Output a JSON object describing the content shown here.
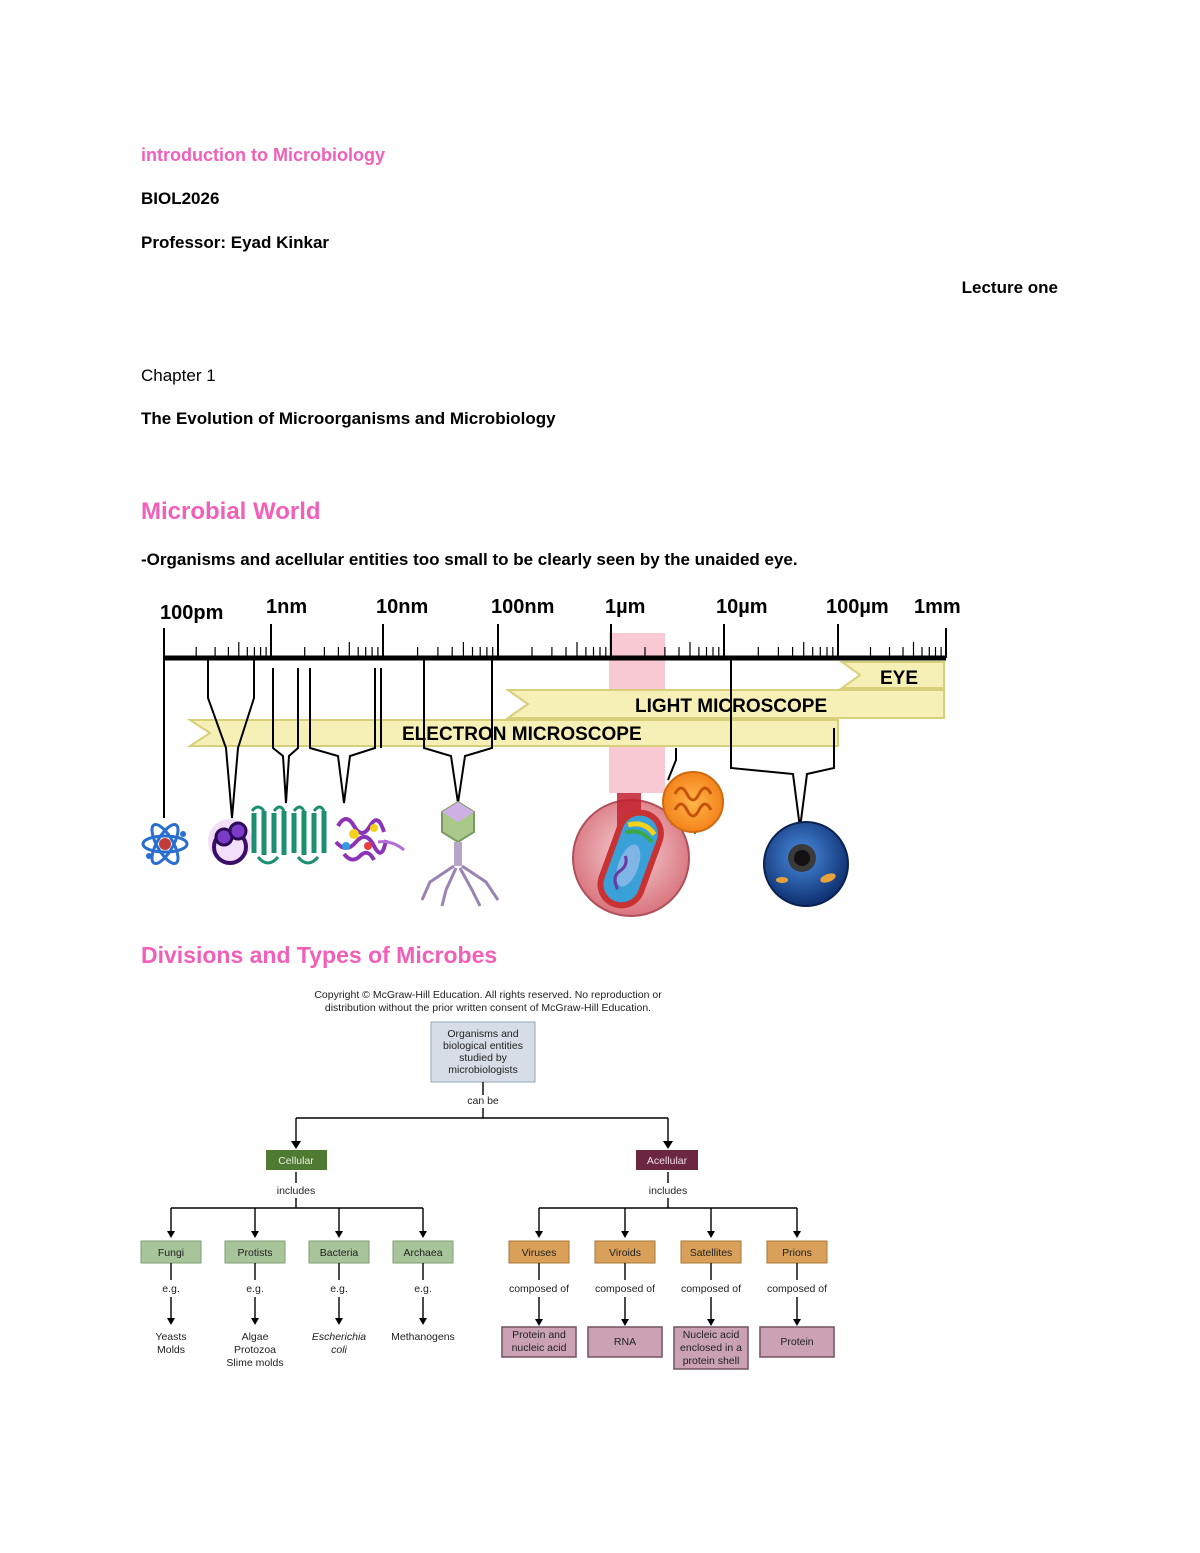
{
  "header": {
    "course_title": "introduction to Microbiology",
    "course_code": "BIOL2026",
    "professor": "Professor: Eyad Kinkar",
    "lecture": "Lecture one"
  },
  "chapter": {
    "number": "Chapter 1",
    "title": "The Evolution of Microorganisms and Microbiology"
  },
  "section_world": {
    "heading": "Microbial World",
    "definition": "-Organisms and acellular entities too small to be clearly seen by the unaided eye."
  },
  "scale": {
    "ticks": [
      "100pm",
      "1nm",
      "10nm",
      "100nm",
      "1µm",
      "10µm",
      "100µm",
      "1mm"
    ],
    "ranges": {
      "eye": "EYE",
      "light": "LIGHT MICROSCOPE",
      "electron": "ELECTRON MICROSCOPE"
    },
    "colors": {
      "arrow": "#f7f0b6",
      "arrow_edge": "#d8cf7a"
    }
  },
  "section_divisions": {
    "heading": "Divisions and Types of Microbes"
  },
  "tree": {
    "copyright": [
      "Copyright © McGraw-Hill Education.  All rights reserved.  No reproduction or",
      "distribution without the prior written consent of McGraw-Hill Education."
    ],
    "root": [
      "Organisms and",
      "biological entities",
      "studied by",
      "microbiologists"
    ],
    "root_link": "can be",
    "cellular": "Cellular",
    "acellular": "Acellular",
    "includes": "includes",
    "cellular_children": [
      {
        "name": "Fungi",
        "link": "e.g.",
        "examples": [
          "Yeasts",
          "Molds"
        ]
      },
      {
        "name": "Protists",
        "link": "e.g.",
        "examples": [
          "Algae",
          "Protozoa",
          "Slime molds"
        ]
      },
      {
        "name": "Bacteria",
        "link": "e.g.",
        "examples": [
          "Escherichia",
          "coli"
        ]
      },
      {
        "name": "Archaea",
        "link": "e.g.",
        "examples": [
          "Methanogens"
        ]
      }
    ],
    "acellular_children": [
      {
        "name": "Viruses",
        "link": "composed of",
        "composition": [
          "Protein and",
          "nucleic acid"
        ]
      },
      {
        "name": "Viroids",
        "link": "composed of",
        "composition": [
          "RNA"
        ]
      },
      {
        "name": "Satellites",
        "link": "composed of",
        "composition": [
          "Nucleic acid",
          "enclosed in a",
          "protein shell"
        ]
      },
      {
        "name": "Prions",
        "link": "composed of",
        "composition": [
          "Protein"
        ]
      }
    ],
    "colors": {
      "cellular": "#4e7a32",
      "acellular": "#6b2740",
      "cell_child": "#a8c49a",
      "acell_child": "#d9a05a",
      "composition": "#caa2b3",
      "root": "#d6dde6"
    }
  }
}
